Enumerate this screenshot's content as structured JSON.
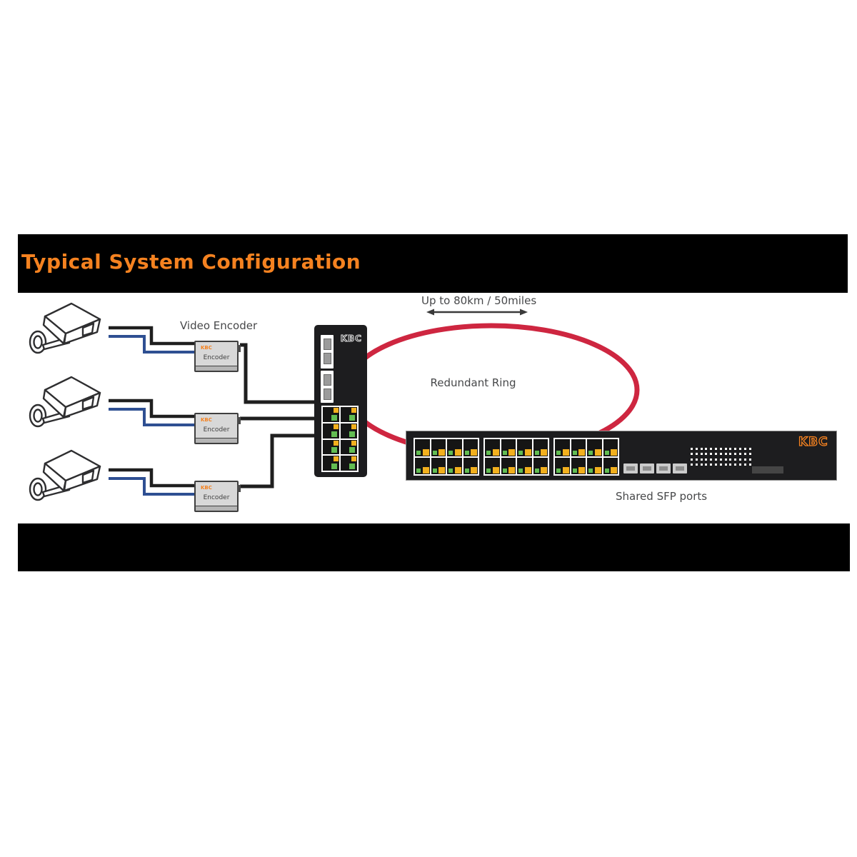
{
  "title": {
    "text": "Typical System Configuration"
  },
  "labels": {
    "video_encoder": "Video Encoder",
    "distance": "Up to 80km / 50miles",
    "redundant_ring": "Redundant Ring",
    "shared_sfp_ports": "Shared SFP ports"
  },
  "devices": {
    "camera_count": 3,
    "encoder": {
      "brand": "KBC",
      "label": "Encoder",
      "count": 3
    },
    "ring_switch": {
      "brand": "KBC",
      "sfp_slots": 2,
      "rj45_ports": {
        "rows": 4,
        "cols": 2
      }
    },
    "rack_switch": {
      "brand": "KBC",
      "port_groups": 3,
      "group_ports": {
        "rows": 2,
        "cols": 4
      },
      "sfp_ports": 4,
      "vent_dots": {
        "rows": 4,
        "cols": 13
      }
    }
  },
  "colors": {
    "accent_orange": "#f58220",
    "ring_red": "#ce2640",
    "wire_blue": "#2e4f92",
    "wire_black": "#1f1f1f",
    "led_green": "#62bd52",
    "led_yellow": "#f2b01e"
  }
}
